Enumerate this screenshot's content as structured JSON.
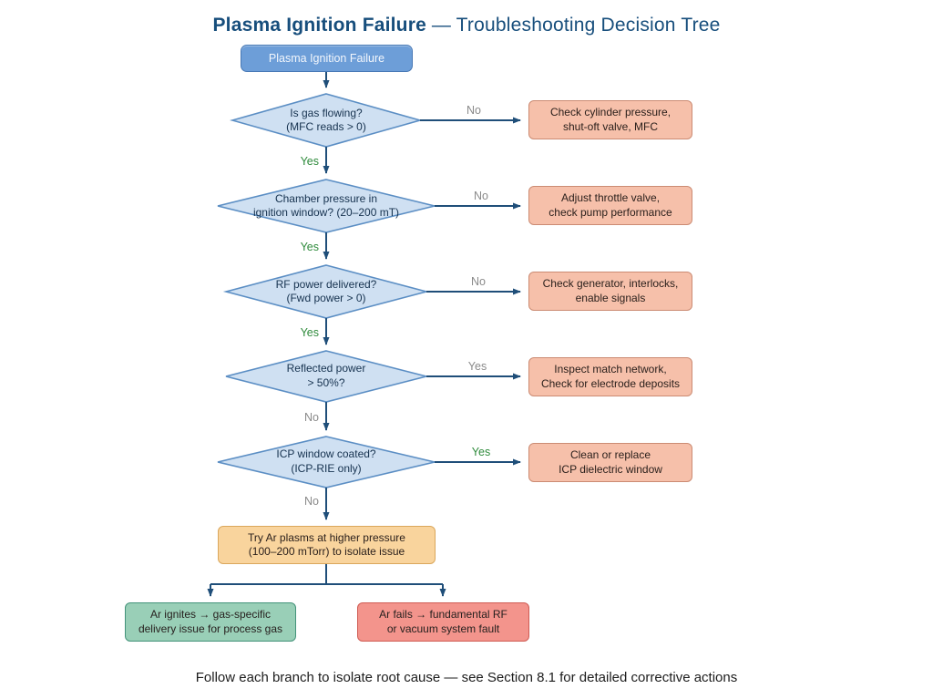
{
  "title": {
    "emphasis": "Plasma Ignition Failure",
    "rest": "— Troubleshooting Decision Tree"
  },
  "start": {
    "label": "Plasma Ignition Failure"
  },
  "decisions": [
    {
      "question1": "Is gas flowing?",
      "question2": "(MFC reads > 0)",
      "side_label": "No",
      "down_label": "Yes",
      "action1": "Check cylinder pressure,",
      "action2": "shut-oft valve, MFC"
    },
    {
      "question1": "Chamber pressure in",
      "question2": "ignition window? (20–200 mT)",
      "side_label": "No",
      "down_label": "Yes",
      "action1": "Adjust throttle valve,",
      "action2": "check pump performance"
    },
    {
      "question1": "RF power delivered?",
      "question2": "(Fwd power > 0)",
      "side_label": "No",
      "down_label": "Yes",
      "action1": "Check generator, interlocks,",
      "action2": "enable signals"
    },
    {
      "question1": "Reflected power",
      "question2": "> 50%?",
      "side_label": "Yes",
      "down_label": "No",
      "action1": "Inspect match network,",
      "action2": "Check for electrode deposits"
    },
    {
      "question1": "ICP window coated?",
      "question2": "(ICP-RIE only)",
      "side_label": "Yes",
      "down_label": "No",
      "action1": "Clean or replace",
      "action2": "ICP dielectric window"
    }
  ],
  "fallback": {
    "line1": "Try Ar plasms at higher pressure",
    "line2": "(100–200 mTorr) to isolate issue"
  },
  "outcomes": {
    "success1": "Ar ignites → gas-specific",
    "success2": "delivery issue for process gas",
    "failure1": "Ar fails → fundamental RF",
    "failure2": "or vacuum system fault"
  },
  "footer": "Follow each branch to isolate root cause — see Section 8.1 for detailed corrective actions",
  "colors": {
    "arrow": "#1f4e79",
    "diamond-fill": "#cfe0f2",
    "diamond-border": "#5b8ec4",
    "diamond-text": "#16324f",
    "start-fill": "#6d9ed8",
    "start-border": "#4778b5",
    "start-text": "#f2f6fc",
    "action-fill": "#f6c0aa",
    "action-border": "#cb8b73",
    "action-text": "#2b201c",
    "fallback-fill": "#f9d49d",
    "fallback-border": "#daa75c",
    "success-fill": "#99cfb7",
    "success-border": "#44937a",
    "failure-fill": "#f3948c",
    "failure-border": "#cf5c54",
    "outcome-text": "#27211f",
    "yes-green": "#2f8b3c",
    "no-gray": "#8a8a8a",
    "title-color": "#174e7c",
    "footer-color": "#1c1c1c"
  }
}
